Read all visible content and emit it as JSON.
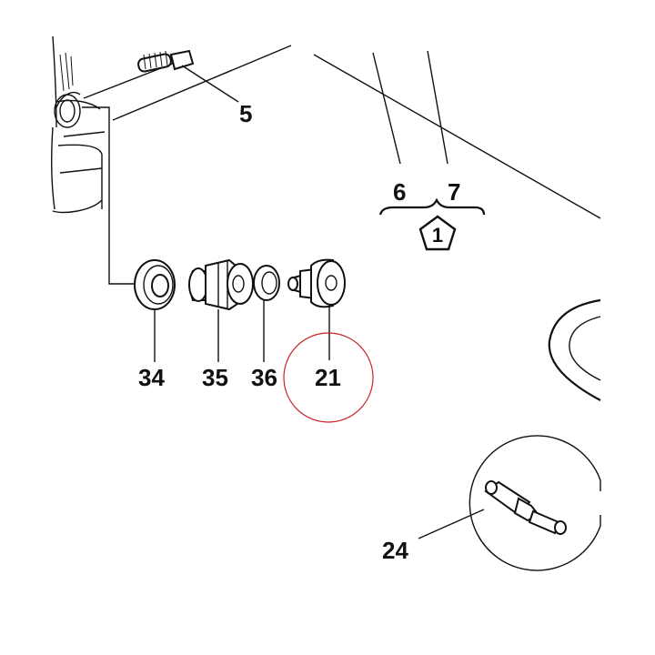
{
  "callouts": {
    "c5": "5",
    "c6": "6",
    "c7": "7",
    "c34": "34",
    "c35": "35",
    "c36": "36",
    "c21": "21",
    "c24": "24"
  },
  "badge": {
    "label": "1"
  },
  "colors": {
    "ink": "#111111",
    "highlight_circle": "#c8202a",
    "background": "#ffffff"
  }
}
